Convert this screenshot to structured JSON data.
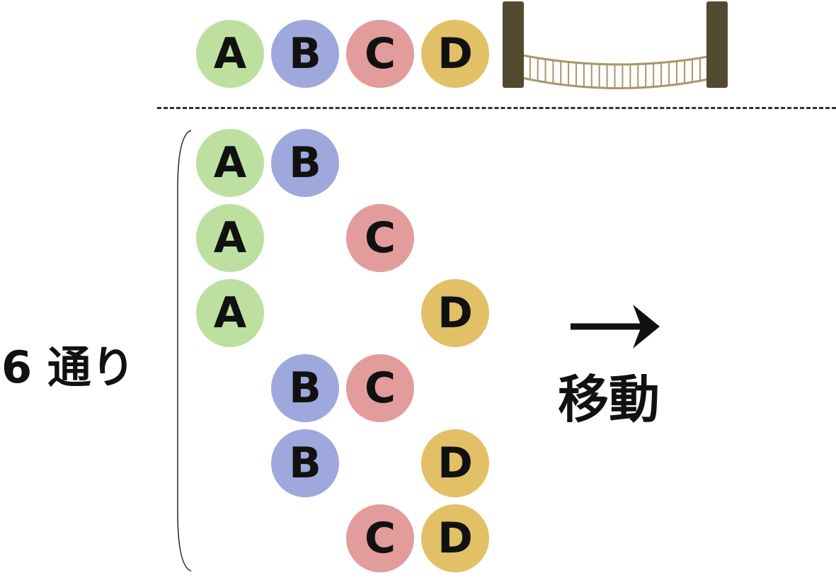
{
  "people": [
    {
      "id": "A",
      "label": "A",
      "color": "#bde0a0"
    },
    {
      "id": "B",
      "label": "B",
      "color": "#9fa8dc"
    },
    {
      "id": "C",
      "label": "C",
      "color": "#e29c9c"
    },
    {
      "id": "D",
      "label": "D",
      "color": "#e2c066"
    }
  ],
  "pairs": [
    [
      "A",
      "B"
    ],
    [
      "A",
      "C"
    ],
    [
      "A",
      "D"
    ],
    [
      "B",
      "C"
    ],
    [
      "B",
      "D"
    ],
    [
      "C",
      "D"
    ]
  ],
  "count_label": "6 通り",
  "move_label": "移動",
  "colors": {
    "bridge_post": "#534b30",
    "bridge_rope": "#a8976a"
  }
}
